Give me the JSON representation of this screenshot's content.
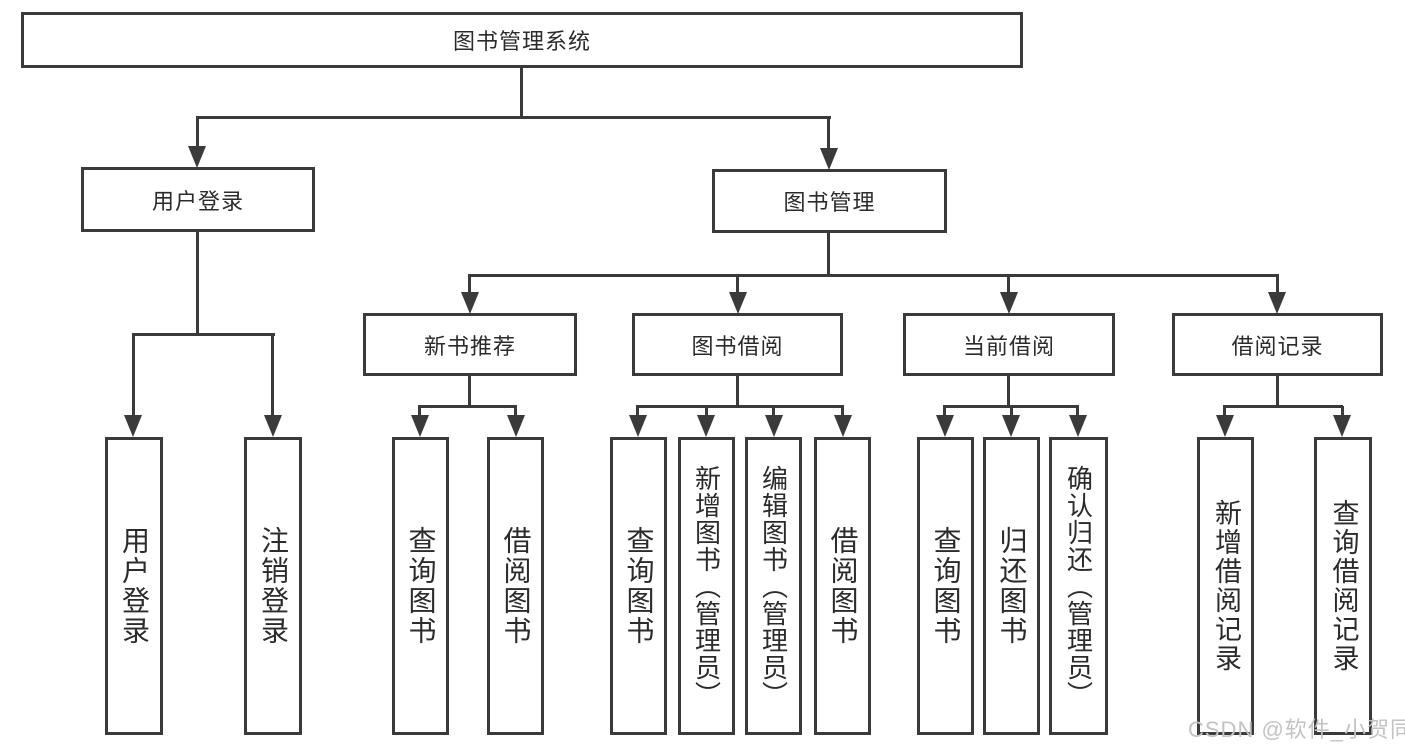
{
  "colors": {
    "line": "#3a3a3a",
    "text": "#2b2b2b",
    "background": "#ffffff",
    "watermark_text": "#c3c3c3"
  },
  "watermark": "CSDN @软件_小贺同学",
  "nodes": {
    "root": "图书管理系统",
    "user_login": "用户登录",
    "book_management": "图书管理",
    "new_book_recommend": "新书推荐",
    "book_borrow": "图书借阅",
    "current_borrow": "当前借阅",
    "borrow_records": "借阅记录",
    "leaf_user_login": "用户登录",
    "leaf_logout": "注销登录",
    "leaf_query_book_recommend": "查询图书",
    "leaf_borrow_book_recommend": "借阅图书",
    "leaf_query_book_borrow": "查询图书",
    "leaf_add_book_admin": "新增图书（管理员）",
    "leaf_edit_book_admin": "编辑图书（管理员）",
    "leaf_borrow_book_borrow": "借阅图书",
    "leaf_query_book_current": "查询图书",
    "leaf_return_book": "归还图书",
    "leaf_confirm_return_admin": "确认归还（管理员）",
    "leaf_add_borrow_record": "新增借阅记录",
    "leaf_query_borrow_record": "查询借阅记录"
  }
}
